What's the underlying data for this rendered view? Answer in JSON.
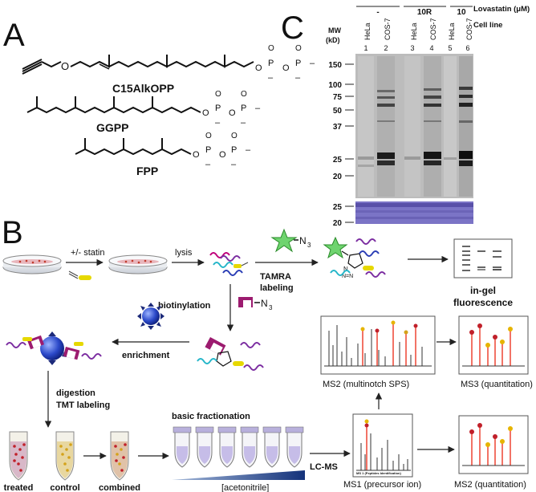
{
  "panels": {
    "a": "A",
    "b": "B",
    "c": "C"
  },
  "panel_a": {
    "molecules": [
      "C15AlkOPP",
      "GGPP",
      "FPP"
    ],
    "phosphate_p": "P",
    "oxygen": "O",
    "charge": "–"
  },
  "panel_c": {
    "mw_axis_label": "MW",
    "mw_axis_unit": "(kD)",
    "treatment_label": "Lovastatin (μM)",
    "cell_line_label": "Cell line",
    "treatments": [
      "-",
      "10R",
      "10"
    ],
    "cell_lines": [
      "HeLa",
      "COS-7",
      "HeLa",
      "COS-7",
      "HeLa",
      "COS-7"
    ],
    "lane_numbers": [
      "1",
      "2",
      "3",
      "4",
      "5",
      "6"
    ],
    "mw_markers": [
      "150",
      "100",
      "75",
      "50",
      "37",
      "25",
      "20"
    ],
    "mw_markers_loading": [
      "25",
      "20"
    ]
  },
  "panel_b": {
    "statin_step": "+/- statin",
    "lysis_step": "lysis",
    "tamra_label": "TAMRA",
    "tamra_labeling": "labeling",
    "azide": "–N",
    "azide_sub": "3",
    "triazole_n": "N",
    "triazole_nn": "N=N",
    "ingel_line1": "in-gel",
    "ingel_line2": "fluorescence",
    "biotinylation": "biotinylation",
    "enrichment": "enrichment",
    "digestion": "digestion",
    "tmt_labeling": "TMT labeling",
    "basic_fractionation": "basic fractionation",
    "acetonitrile": "[acetonitrile]",
    "tubes": [
      "treated",
      "control",
      "combined"
    ],
    "lcms": "LC-MS",
    "ms1_caption": "MS1 (precursor ion)",
    "ms1_inner_label": "MS 1 (Peptides Identification)",
    "ms2_sps": "MS2 (multinotch SPS)",
    "ms3": "MS3 (quantitation)",
    "ms2_quant": "MS2 (quantitation)"
  }
}
